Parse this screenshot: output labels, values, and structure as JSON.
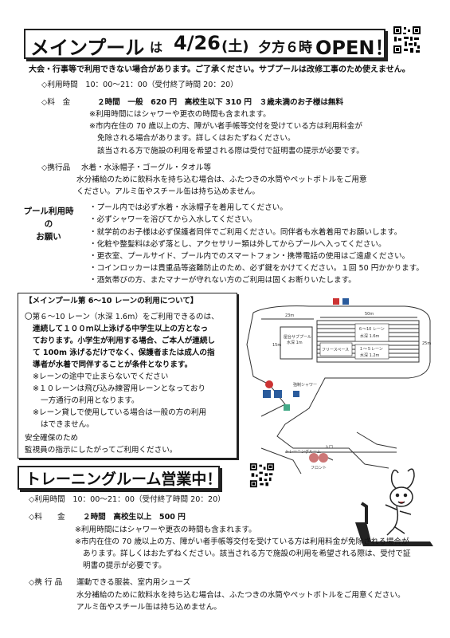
{
  "main_banner": {
    "title": "メインプール",
    "wa": "は",
    "date": "4/26",
    "dow": "(土)",
    "time": "夕方６時",
    "open": "OPEN！"
  },
  "notice": "大会・行事等で利用できない場合があります。ご了承ください。サブプールは改修工事のため使えません。",
  "pool_hours": "◇利用時間　10：00～21：00（受付終了時間 20：20）",
  "pool_fee": {
    "label": "◇料　金",
    "main": "２時間　一般　620 円　高校生以下 310 円　３歳未満のお子様は無料",
    "notes": [
      "※利用時間にはシャワーや更衣の時間も含まれます。",
      "※市内在住の 70 歳以上の方、障がい者手帳等交付を受けている方は利用料金が",
      "免除される場合があります。詳しくはおたずねください。",
      "該当される方で施設の利用を希望される際は受付で証明書の提示が必要です。"
    ]
  },
  "pool_items": {
    "label": "◇携行品",
    "main": "水着・水泳帽子・ゴーグル・タオル等",
    "lines": [
      "水分補給のために飲料水を持ち込む場合は、ふたつきの水筒やペットボトルをご用意",
      "ください。アルミ缶やスチール缶は持ち込めません。"
    ]
  },
  "requests": {
    "heading": [
      "プール利用時",
      "の",
      "お願い"
    ],
    "items": [
      "・プール内では必ず水着・水泳帽子を着用してください。",
      "・必ずシャワーを浴びてから入水してください。",
      "・就学前のお子様は必ず保護者同伴でご利用ください。同伴者も水着着用でお願いします。",
      "・化粧や整髪料は必ず落とし、アクセサリー類は外してからプールへ入ってください。",
      "・更衣室、プールサイド、プール内でのスマートフォン・携帯電話の使用はご遠慮ください。",
      "・コインロッカーは貴重品等盗難防止のため、必ず鍵をかけてください。１回 50 円かかります。",
      "・酒気帯びの方、またマナーが守れない方のご利用は固くお断りいたします。"
    ]
  },
  "lanes": {
    "heading": "【メインプール第 6～10 レーンの利用について】",
    "p1": "〇第６～10 レーン（水深 1.6m）をご利用できるのは、",
    "p2": "連続して１００ｍ以上泳げる中学生以上の方となっ",
    "p3": "ております。小学生が利用する場合、ご本人が連続し",
    "p4": "て 100m 泳げるだけでなく、保護者または成人の指",
    "p5": "導者が水着で同伴することが条件となります。",
    "n1": "※レーンの途中で止まらないでください",
    "n2": "※１０レーンは飛び込み練習用レーンとなっており",
    "n2b": "一方通行の利用となります。",
    "n3": "※レーン貸しで使用している場合は一般の方の利用",
    "n3b": "はできません。",
    "s1": "安全確保のため",
    "s2": "監視員の指示にしたがってご利用ください。"
  },
  "map": {
    "w23": "23m",
    "w50": "50m",
    "d25": "25m",
    "d15": "15m",
    "sub": "屋台サブプール",
    "sub_depth": "水深 1m",
    "lane_a": "６～10 レーン",
    "lane_a_depth": "水深 1.6m",
    "lane_b": "１～５レーン",
    "lane_b_depth": "水深 1.2m",
    "free": "フリースペース",
    "shower": "強制シャワー",
    "entrance": "入口",
    "front": "フロント",
    "training": "トレーニングルーム"
  },
  "training_banner": "トレーニングルーム営業中！",
  "training": {
    "hours": "◇利用時間　10：00～21：00（受付終了時間 20：20）",
    "fee_label": "◇料　　金",
    "fee_main": "２時間　高校生以上　500 円",
    "notes": [
      "※利用時間にはシャワーや更衣の時間も含まれます。",
      "※市内在住の 70 歳以上の方、障がい者手帳等交付を受けている方は利用料金が免除される場合が",
      "あります。詳しくはおたずねください。該当される方で施設の利用を希望される際は、受付で証",
      "明書の提示が必要です。"
    ],
    "items_label": "◇携 行 品",
    "items_main": "運動できる服装、室内用シューズ",
    "items_lines": [
      "水分補給のために飲料水を持ち込む場合は、ふたつきの水筒やペットボトルをご用意ください。",
      "アルミ缶やスチール缶は持ち込めません。"
    ]
  }
}
